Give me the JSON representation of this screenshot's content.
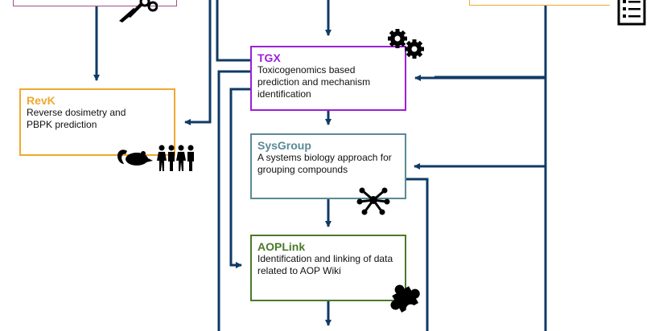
{
  "diagram": {
    "colors": {
      "connector": "#0f3a66",
      "tgx": "#9b1fd6",
      "revk": "#f0a830",
      "sysgroup": "#5a8a96",
      "aoplink": "#4a7a2a",
      "top_left_box": "#a0508a",
      "top_right_box": "#f0a830"
    },
    "nodes": {
      "tgx": {
        "title": "TGX",
        "description": "Toxicogenomics based prediction and mechanism identification",
        "icon": "gears-icon"
      },
      "revk": {
        "title": "RevK",
        "description": "Reverse dosimetry and PBPK prediction",
        "icon": "rat-and-people-icon"
      },
      "sysgroup": {
        "title": "SysGroup",
        "description": "A systems biology approach for grouping compounds",
        "icon": "network-icon"
      },
      "aoplink": {
        "title": "AOPLink",
        "description": "Identification and linking of data related to AOP Wiki",
        "icon": "puzzle-icon"
      },
      "top_left": {
        "icon": "scissors-icon"
      },
      "top_right": {
        "icon": "checklist-icon"
      }
    }
  }
}
